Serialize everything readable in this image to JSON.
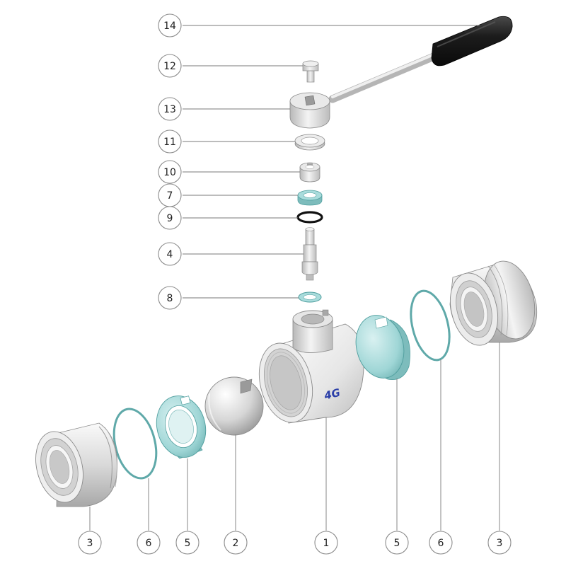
{
  "brand_mark": "4G",
  "colors": {
    "metal_light": "#f1f1f1",
    "metal_mid": "#cfcfcf",
    "metal_dark": "#9a9a9a",
    "seal_teal": "#9fd6d6",
    "seal_teal_dark": "#4f9e9e",
    "grip_black": "#1c1c1c",
    "brand_blue": "#2a3ea8"
  },
  "callouts": [
    {
      "id": "c14",
      "label": "14"
    },
    {
      "id": "c12",
      "label": "12"
    },
    {
      "id": "c13",
      "label": "13"
    },
    {
      "id": "c11",
      "label": "11"
    },
    {
      "id": "c10",
      "label": "10"
    },
    {
      "id": "c7",
      "label": "7"
    },
    {
      "id": "c9",
      "label": "9"
    },
    {
      "id": "c4",
      "label": "4"
    },
    {
      "id": "c8",
      "label": "8"
    },
    {
      "id": "b3l",
      "label": "3"
    },
    {
      "id": "b6l",
      "label": "6"
    },
    {
      "id": "b5l",
      "label": "5"
    },
    {
      "id": "b2",
      "label": "2"
    },
    {
      "id": "b1",
      "label": "1"
    },
    {
      "id": "b5r",
      "label": "5"
    },
    {
      "id": "b6r",
      "label": "6"
    },
    {
      "id": "b3r",
      "label": "3"
    }
  ]
}
